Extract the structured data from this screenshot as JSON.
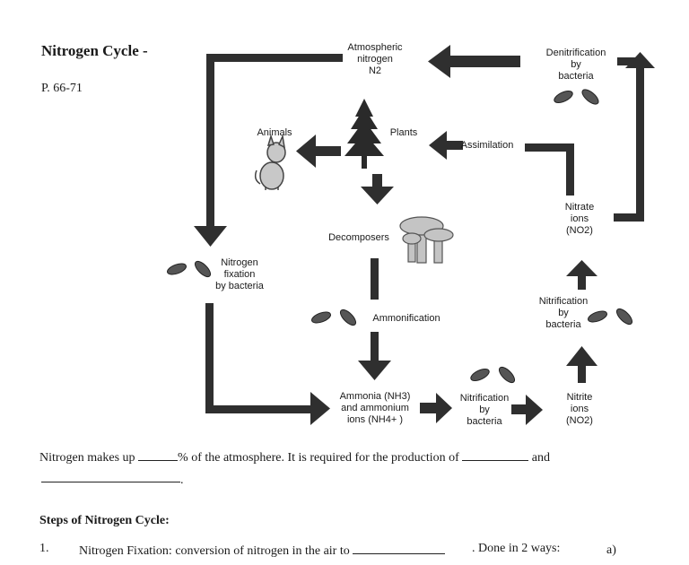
{
  "header": {
    "title": "Nitrogen Cycle -",
    "pages": "P. 66-71"
  },
  "diagram": {
    "atmospheric": [
      "Atmospheric",
      "nitrogen",
      "N2"
    ],
    "denitrification": [
      "Denitrification",
      "by",
      "bacteria"
    ],
    "animals": "Animals",
    "plants": "Plants",
    "assimilation": "Assimilation",
    "nitrate": [
      "Nitrate",
      "ions",
      "(NO2)"
    ],
    "decomposers": "Decomposers",
    "fixation": [
      "Nitrogen",
      "fixation",
      "by bacteria"
    ],
    "ammonification": "Ammonification",
    "nitrification_upper": [
      "Nitrification",
      "by",
      "bacteria"
    ],
    "ammonia": [
      "Ammonia (NH3)",
      "and ammonium",
      "ions (NH4+ )"
    ],
    "nitrification_lower": [
      "Nitrification",
      "by",
      "bacteria"
    ],
    "nitrite": [
      "Nitrite",
      "ions",
      "(NO2)"
    ]
  },
  "text": {
    "sentence1_a": "Nitrogen makes up",
    "sentence1_b": "% of the atmosphere.  It is required for the production of",
    "sentence1_c": "and",
    "line2_end": ".",
    "steps_heading": "Steps of Nitrogen Cycle:",
    "step1_num": "1.",
    "step1_text": "Nitrogen Fixation: conversion of nitrogen in the air to",
    "step1_ways": ".  Done in 2 ways:",
    "step1_a": "a)"
  },
  "colors": {
    "arrow": "#2f2f2f",
    "ink": "#1a1a1a"
  }
}
